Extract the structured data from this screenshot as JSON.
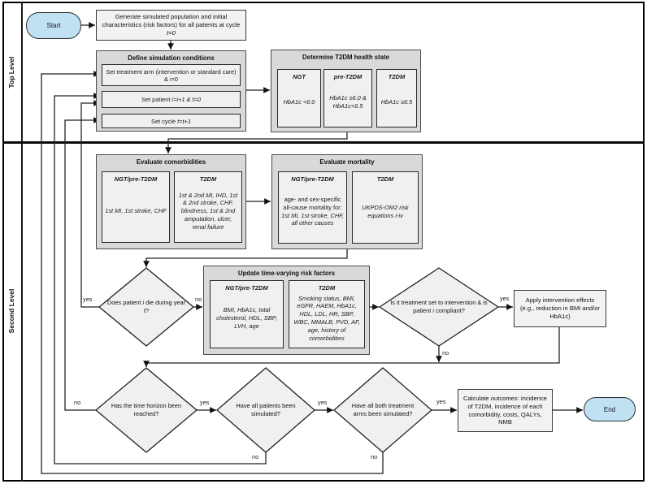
{
  "frame": {
    "lane_top": "Top Level",
    "lane_second": "Second Level"
  },
  "colors": {
    "terminal_fill": "#bfe1f2",
    "container_fill": "#d9d9d9",
    "box_fill": "#f2f2f2",
    "diamond_fill": "#f0f0f0",
    "line": "#1a1a1a"
  },
  "terminals": {
    "start": "Start",
    "end": "End"
  },
  "top_level": {
    "generate": [
      {
        "t": "Generate simulated population and initial characteristics (risk factors) for all patients at cycle "
      },
      {
        "t": "t=0",
        "i": true
      }
    ],
    "define": {
      "title": "Define simulation conditions",
      "set_arm": [
        {
          "t": "Set treatment arm (intervention or standard care) & i=0"
        }
      ],
      "set_patient": [
        {
          "t": "Set patient "
        },
        {
          "t": "i=i+1 & t=0",
          "i": true
        }
      ],
      "set_cycle": [
        {
          "t": "Set cycle "
        },
        {
          "t": "t=t+1",
          "i": true
        }
      ]
    },
    "determine": {
      "title": "Determine T2DM health state",
      "ngt": {
        "header": "NGT",
        "body": "HbA1c <6.0"
      },
      "pre": {
        "header": "pre-T2DM",
        "body": "HbA1c ≥6.0 & HbA1c<6.5"
      },
      "t2dm": {
        "header": "T2DM",
        "body": "HbA1c ≥6.5"
      }
    }
  },
  "second_level": {
    "comorbidities": {
      "title": "Evaluate comorbidities",
      "ngt": {
        "header": "NGT/pre-T2DM",
        "body": "1st MI, 1st stroke, CHF"
      },
      "t2dm": {
        "header": "T2DM",
        "body": "1st & 2nd MI, IHD, 1st & 2nd stroke, CHF, blindness, 1st & 2nd amputation, ulcer, renal failure"
      }
    },
    "mortality": {
      "title": "Evaluate mortality",
      "ngt": {
        "header": "NGT/pre-T2DM",
        "body": [
          {
            "t": "age- and sex-specific all-cause mortality for: "
          },
          {
            "t": "1st MI, 1st stroke, CHF, all other causes",
            "i": true
          }
        ]
      },
      "t2dm": {
        "header": "T2DM",
        "body": "UKPDS-OM2 risk equations i-iv"
      }
    },
    "risk_factors": {
      "title": "Update time-varying risk factors",
      "ngt": {
        "header": "NGT/pre-T2DM",
        "body": "BMI, HbA1c, total cholesterol, HDL, SBP, LVH, age"
      },
      "t2dm": {
        "header": "T2DM",
        "body": "Smoking status, BMI, eGFR, HAEM, HbA1c, HDL, LDL, HR, SBP, WBC, MMALB, PVD, AF, age, history of comorbidities"
      }
    },
    "apply": "Apply intervention effects (e.g., reduction in BMI and/or HbA1c)",
    "calculate": "Calculate outcomes: incidence of T2DM, incidence of each comorbidity, costs, QALYs, NMB"
  },
  "decisions": {
    "die": [
      {
        "t": "Does patient "
      },
      {
        "t": "i",
        "i": true
      },
      {
        "t": " die during year "
      },
      {
        "t": "t",
        "i": true
      },
      {
        "t": "?"
      }
    ],
    "treat": [
      {
        "t": "Is it treatment set to intervention & is patient "
      },
      {
        "t": "i",
        "i": true
      },
      {
        "t": " compliant?"
      }
    ],
    "time": "Has the time horizon been reached?",
    "patients": "Have all patients been simulated?",
    "arms": "Have all both treatment arms been simulated?"
  },
  "branch_labels": {
    "die_yes": "yes",
    "die_no": "no",
    "treat_yes": "yes",
    "treat_no": "no",
    "time_no": "no",
    "time_yes": "yes",
    "pat_yes": "yes",
    "pat_no": "no",
    "arms_yes": "yes",
    "arms_no": "no"
  }
}
